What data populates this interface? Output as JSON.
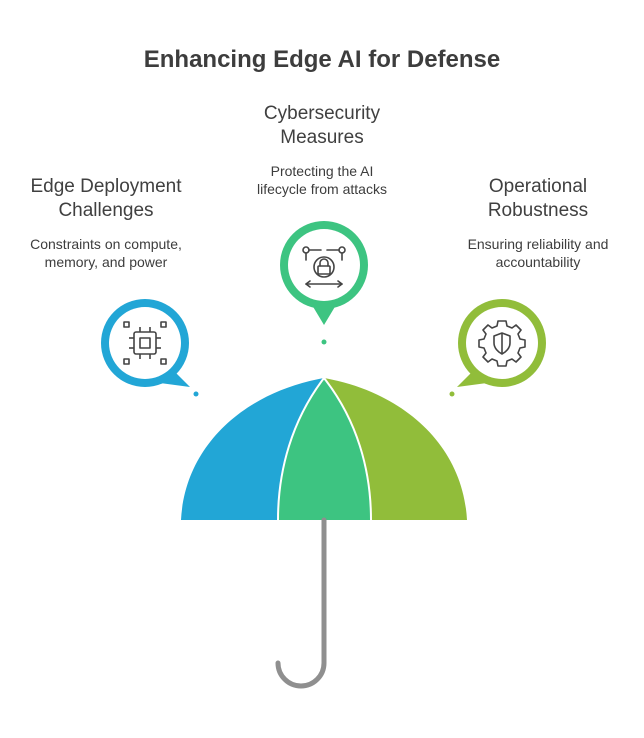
{
  "title": "Enhancing Edge AI for Defense",
  "colors": {
    "blue": "#22a6d6",
    "green": "#3dc481",
    "lime": "#91bd3a",
    "handle": "#8f8f8f",
    "text": "#3d3d3d"
  },
  "sections": [
    {
      "heading_line1": "Edge Deployment",
      "heading_line2": "Challenges",
      "desc_line1": "Constraints on compute,",
      "desc_line2": "memory, and power",
      "icon": "cpu-chip-icon",
      "color": "#22a6d6"
    },
    {
      "heading_line1": "Cybersecurity",
      "heading_line2": "Measures",
      "desc_line1": "Protecting the AI",
      "desc_line2": "lifecycle from attacks",
      "icon": "lock-network-icon",
      "color": "#3dc481"
    },
    {
      "heading_line1": "Operational",
      "heading_line2": "Robustness",
      "desc_line1": "Ensuring reliability and",
      "desc_line2": "accountability",
      "icon": "gear-shield-icon",
      "color": "#91bd3a"
    }
  ]
}
